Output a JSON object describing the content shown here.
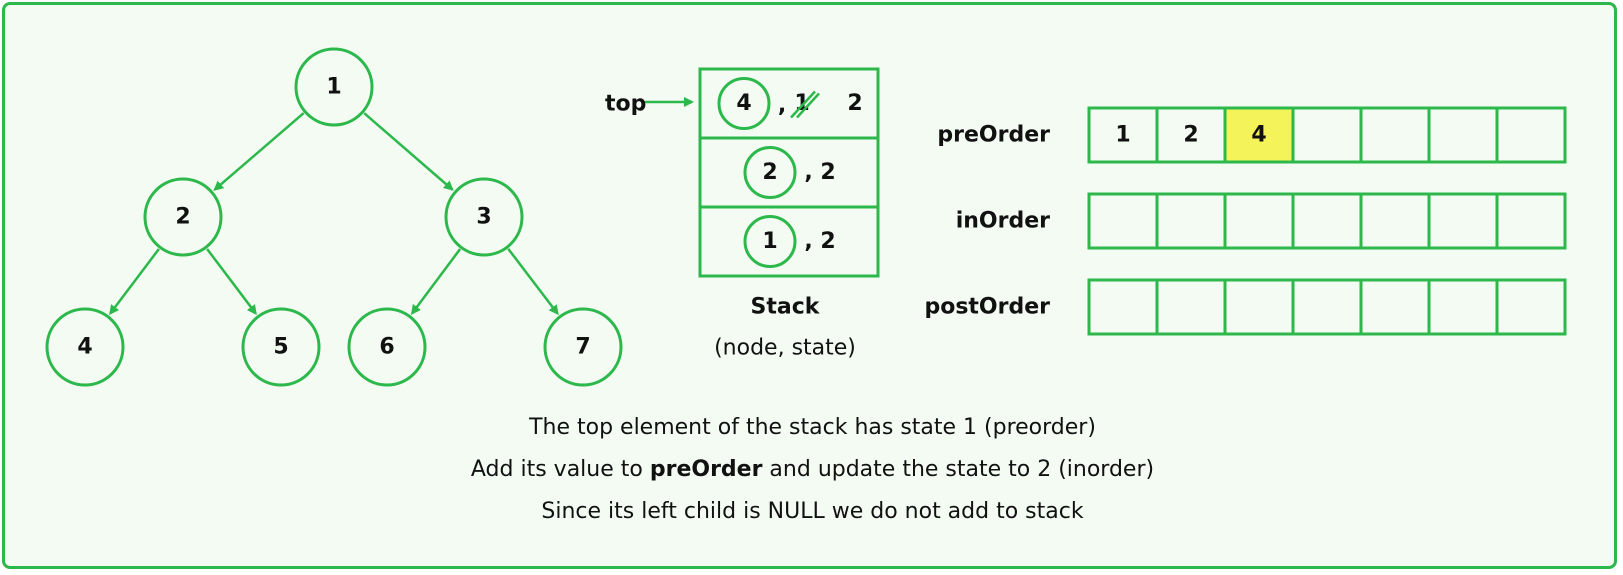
{
  "tree": {
    "nodes": [
      {
        "id": "1",
        "label": "1"
      },
      {
        "id": "2",
        "label": "2"
      },
      {
        "id": "3",
        "label": "3"
      },
      {
        "id": "4",
        "label": "4"
      },
      {
        "id": "5",
        "label": "5"
      },
      {
        "id": "6",
        "label": "6"
      },
      {
        "id": "7",
        "label": "7"
      }
    ],
    "edges": [
      [
        "1",
        "2"
      ],
      [
        "1",
        "3"
      ],
      [
        "2",
        "4"
      ],
      [
        "2",
        "5"
      ],
      [
        "3",
        "6"
      ],
      [
        "3",
        "7"
      ]
    ]
  },
  "stack": {
    "top_label": "top",
    "title": "Stack",
    "subtitle": "(node, state)",
    "entries": [
      {
        "node": "4",
        "state_old": "1",
        "state": "2"
      },
      {
        "node": "2",
        "state": "2"
      },
      {
        "node": "1",
        "state": "2"
      }
    ],
    "separator": ","
  },
  "arrays": [
    {
      "label": "preOrder",
      "cells": [
        "1",
        "2",
        "4",
        "",
        "",
        "",
        ""
      ],
      "highlight_index": 2
    },
    {
      "label": "inOrder",
      "cells": [
        "",
        "",
        "",
        "",
        "",
        "",
        ""
      ]
    },
    {
      "label": "postOrder",
      "cells": [
        "",
        "",
        "",
        "",
        "",
        "",
        ""
      ]
    }
  ],
  "colors": {
    "accent": "#2cb84b",
    "highlight": "#f5f35a",
    "background": "#f3fbf3"
  },
  "caption": {
    "line1": "The top element of the stack has state 1 (preorder)",
    "line2_pre": "Add its value to ",
    "line2_bold": "preOrder",
    "line2_post": " and update the state to 2 (inorder)",
    "line3": "Since its left child is NULL we do not add to stack"
  }
}
